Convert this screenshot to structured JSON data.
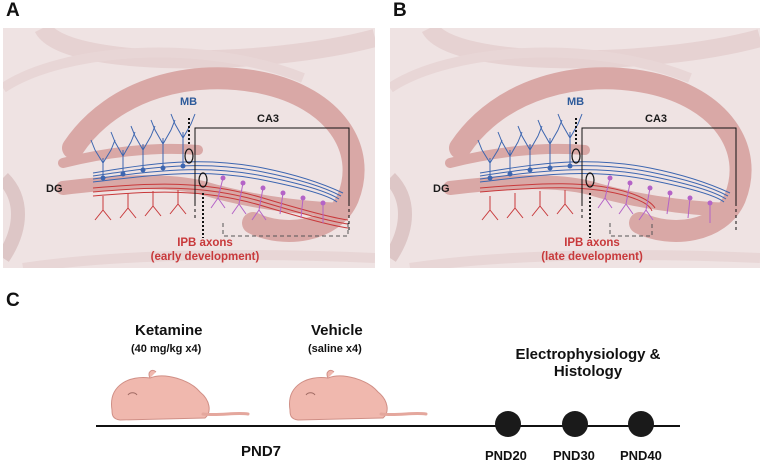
{
  "panels": {
    "a": {
      "letter": "A",
      "mb_label": "MB",
      "ca3_label": "CA3",
      "dg_label": "DG",
      "ipb_line1": "IPB axons",
      "ipb_line2": "(early development)"
    },
    "b": {
      "letter": "B",
      "mb_label": "MB",
      "ca3_label": "CA3",
      "dg_label": "DG",
      "ipb_line1": "IPB axons",
      "ipb_line2": "(late development)"
    },
    "c": {
      "letter": "C",
      "ketamine_title": "Ketamine",
      "ketamine_dose": "(40 mg/kg x4)",
      "vehicle_title": "Vehicle",
      "vehicle_dose": "(saline x4)",
      "endpoint_line1": "Electrophysiology &",
      "endpoint_line2": "Histology",
      "pnd7": "PND7",
      "pnd20": "PND20",
      "pnd30": "PND30",
      "pnd40": "PND40"
    }
  },
  "colors": {
    "panel_bg": "#efe3e3",
    "tissue": "#d9a8a6",
    "mossy_blue": "#3d66b0",
    "ipb_red": "#c8393b",
    "ca3_purple": "#b463c7",
    "pup": "#f0b8ae",
    "timeline_dot": "#1a1a1a"
  },
  "icons": [
    "pup-icon",
    "timepoint-dot-icon"
  ]
}
